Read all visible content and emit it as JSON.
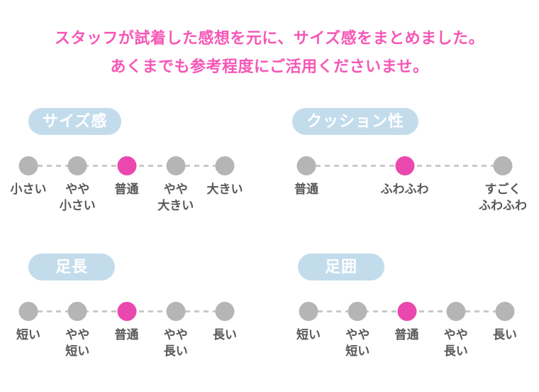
{
  "header": {
    "line1": "スタッフが試着した感想を元に、サイズ感をまとめました。",
    "line2": "あくまでも参考程度にご活用くださいませ。"
  },
  "colors": {
    "header_pink": "#f657b6",
    "selected_dot_pink": "#ea48ae",
    "badge_blue": "#c3dcec",
    "badge_text": "#ffffff",
    "dot_gray": "#b5b5b5",
    "dash_gray": "#c9c9c9",
    "label_gray": "#585858"
  },
  "scales": [
    {
      "id": "size-feel",
      "title": "サイズ感",
      "labels": [
        "小さい",
        "やや\n小さい",
        "普通",
        "やや\n大きい",
        "大きい"
      ],
      "selected_index": 2,
      "selected_label": "普通"
    },
    {
      "id": "cushioning",
      "title": "クッション性",
      "labels": [
        "普通",
        "ふわふわ",
        "すごく\nふわふわ"
      ],
      "selected_index": 1,
      "selected_label": "ふわふわ"
    },
    {
      "id": "foot-length",
      "title": "足長",
      "labels": [
        "短い",
        "やや\n短い",
        "普通",
        "やや\n長い",
        "長い"
      ],
      "selected_index": 2,
      "selected_label": "普通"
    },
    {
      "id": "foot-girth",
      "title": "足囲",
      "labels": [
        "短い",
        "やや\n短い",
        "普通",
        "やや\n長い",
        "長い"
      ],
      "selected_index": 2,
      "selected_label": "普通"
    }
  ],
  "chart_data": [
    {
      "type": "scatter",
      "title": "サイズ感",
      "categories": [
        "小さい",
        "やや小さい",
        "普通",
        "やや大きい",
        "大きい"
      ],
      "selected_index": 2,
      "selected_value": "普通"
    },
    {
      "type": "scatter",
      "title": "クッション性",
      "categories": [
        "普通",
        "ふわふわ",
        "すごくふわふわ"
      ],
      "selected_index": 1,
      "selected_value": "ふわふわ"
    },
    {
      "type": "scatter",
      "title": "足長",
      "categories": [
        "短い",
        "やや短い",
        "普通",
        "やや長い",
        "長い"
      ],
      "selected_index": 2,
      "selected_value": "普通"
    },
    {
      "type": "scatter",
      "title": "足囲",
      "categories": [
        "短い",
        "やや短い",
        "普通",
        "やや長い",
        "長い"
      ],
      "selected_index": 2,
      "selected_value": "普通"
    }
  ]
}
